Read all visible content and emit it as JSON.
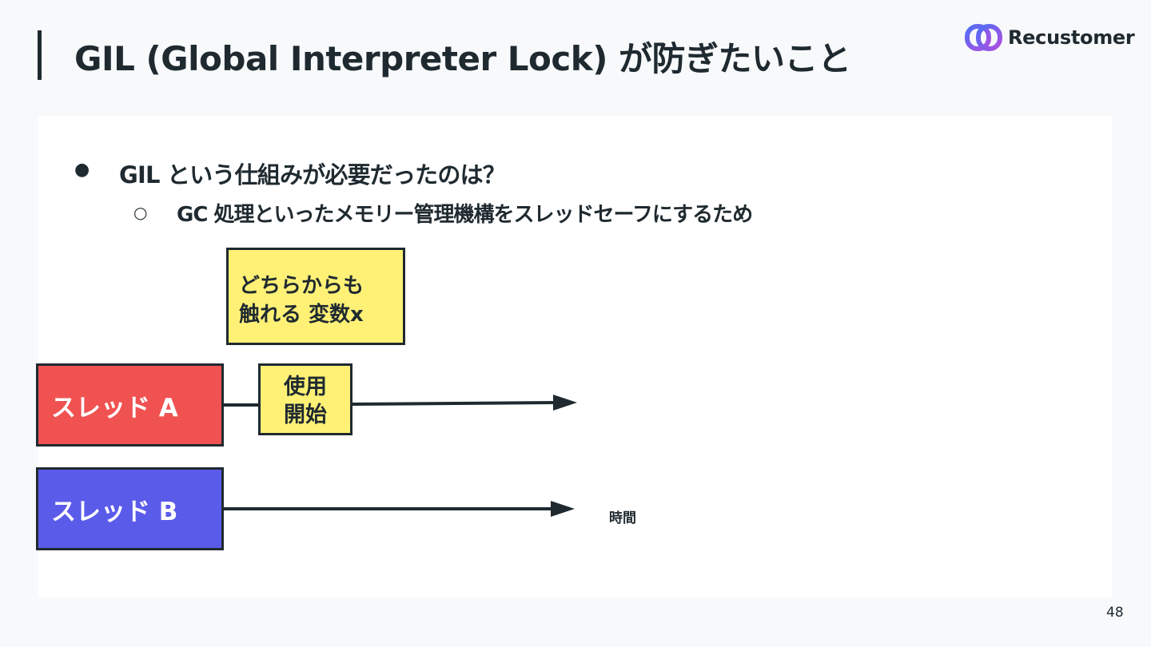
{
  "slide": {
    "title": "GIL (Global Interpreter Lock) が防ぎたいこと",
    "page_number": "48"
  },
  "logo": {
    "text": "Recustomer",
    "colors": [
      "#4f6ef7",
      "#b04fe0"
    ]
  },
  "bullets": {
    "level1": {
      "marker": "●",
      "text": "GIL という仕組みが必要だったのは？"
    },
    "level2": {
      "marker": "○",
      "text": "GC 処理といったメモリー管理機構をスレッドセーフにするため"
    }
  },
  "diagram": {
    "shared_variable": {
      "lines": [
        "どちらからも",
        "触れる 変数x"
      ],
      "color": "#fff176"
    },
    "thread_a": {
      "label": "スレッド A",
      "color": "#f05252"
    },
    "thread_b": {
      "label": "スレッド B",
      "color": "#5b5bea"
    },
    "use_start": {
      "lines": [
        "使用",
        "開始"
      ],
      "color": "#fff176"
    },
    "time_label": "時間"
  }
}
